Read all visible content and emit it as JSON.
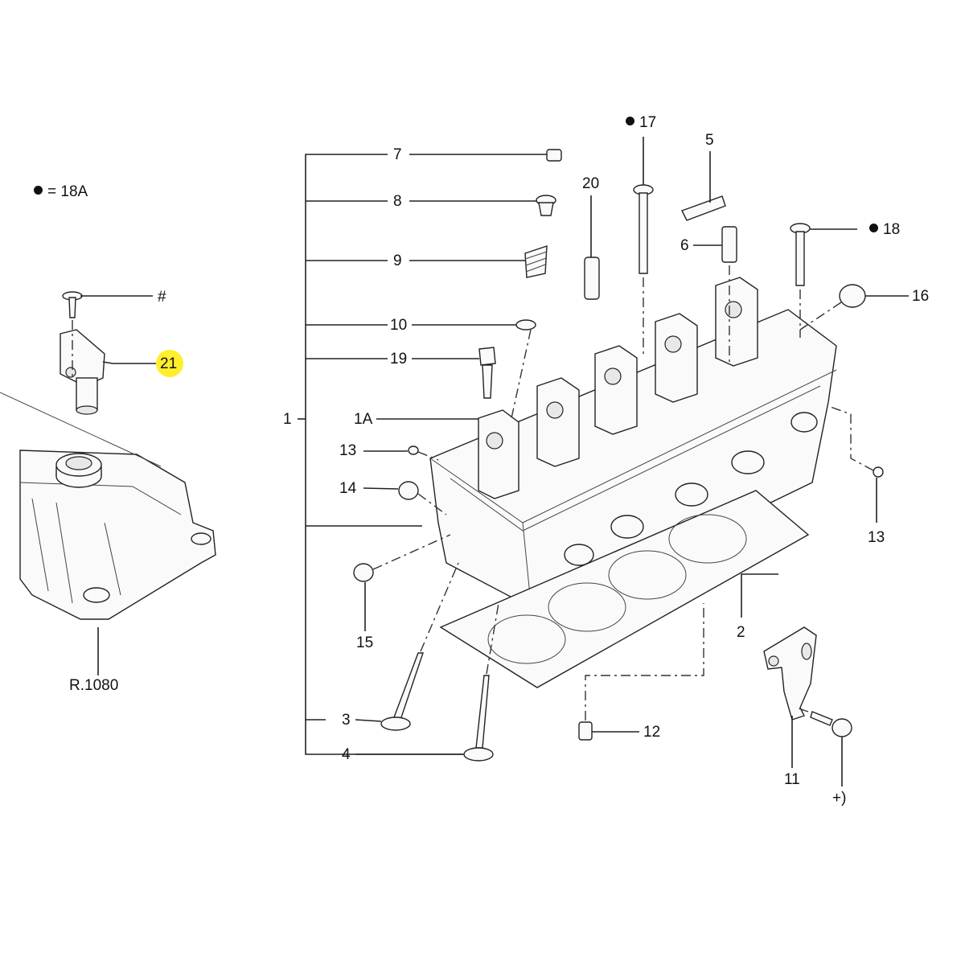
{
  "legend": {
    "symbol": "dot-icon",
    "text": "= 18A"
  },
  "callouts": {
    "c1": "1",
    "c1a": "1A",
    "c2": "2",
    "c3": "3",
    "c4": "4",
    "c5": "5",
    "c6": "6",
    "c7": "7",
    "c8": "8",
    "c9": "9",
    "c10": "10",
    "c11": "11",
    "c12": "12",
    "c13a": "13",
    "c13b": "13",
    "c14": "14",
    "c15": "15",
    "c16": "16",
    "c17": "17",
    "c18": "18",
    "c19": "19",
    "c20": "20",
    "c21": "21",
    "hash": "#",
    "plus": "+)",
    "ref": "R.1080"
  },
  "highlight": {
    "callout": "21",
    "color": "#ffee2e"
  }
}
